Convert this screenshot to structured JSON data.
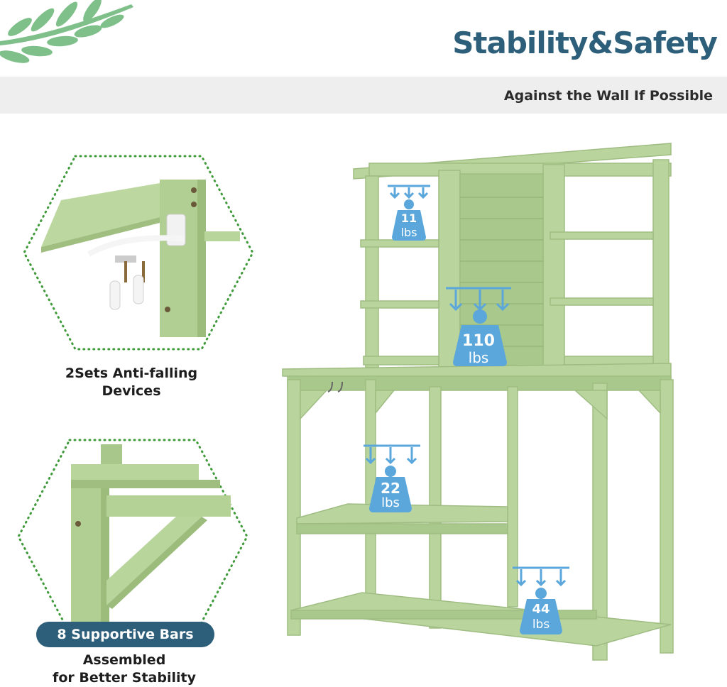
{
  "header": {
    "title": "Stability&Safety",
    "subtitle": "Against the Wall If Possible"
  },
  "left_panel": {
    "caption_top_line1": "2Sets Anti-falling",
    "caption_top_line2": "Devices",
    "badge": "8 Supportive Bars",
    "caption_bottom_line1": "Assembled",
    "caption_bottom_line2": "for Better Stability"
  },
  "weights": [
    {
      "value": "11",
      "unit": "lbs"
    },
    {
      "value": "110",
      "unit": "lbs"
    },
    {
      "value": "22",
      "unit": "lbs"
    },
    {
      "value": "44",
      "unit": "lbs"
    }
  ],
  "colors": {
    "brand": "#2e5f7a",
    "wood": "#b6d09a",
    "weight": "#5ba7dc",
    "dots": "#3f9b3a"
  },
  "icons": [
    "leaf-icon",
    "weight-icon",
    "down-arrow-icon"
  ]
}
